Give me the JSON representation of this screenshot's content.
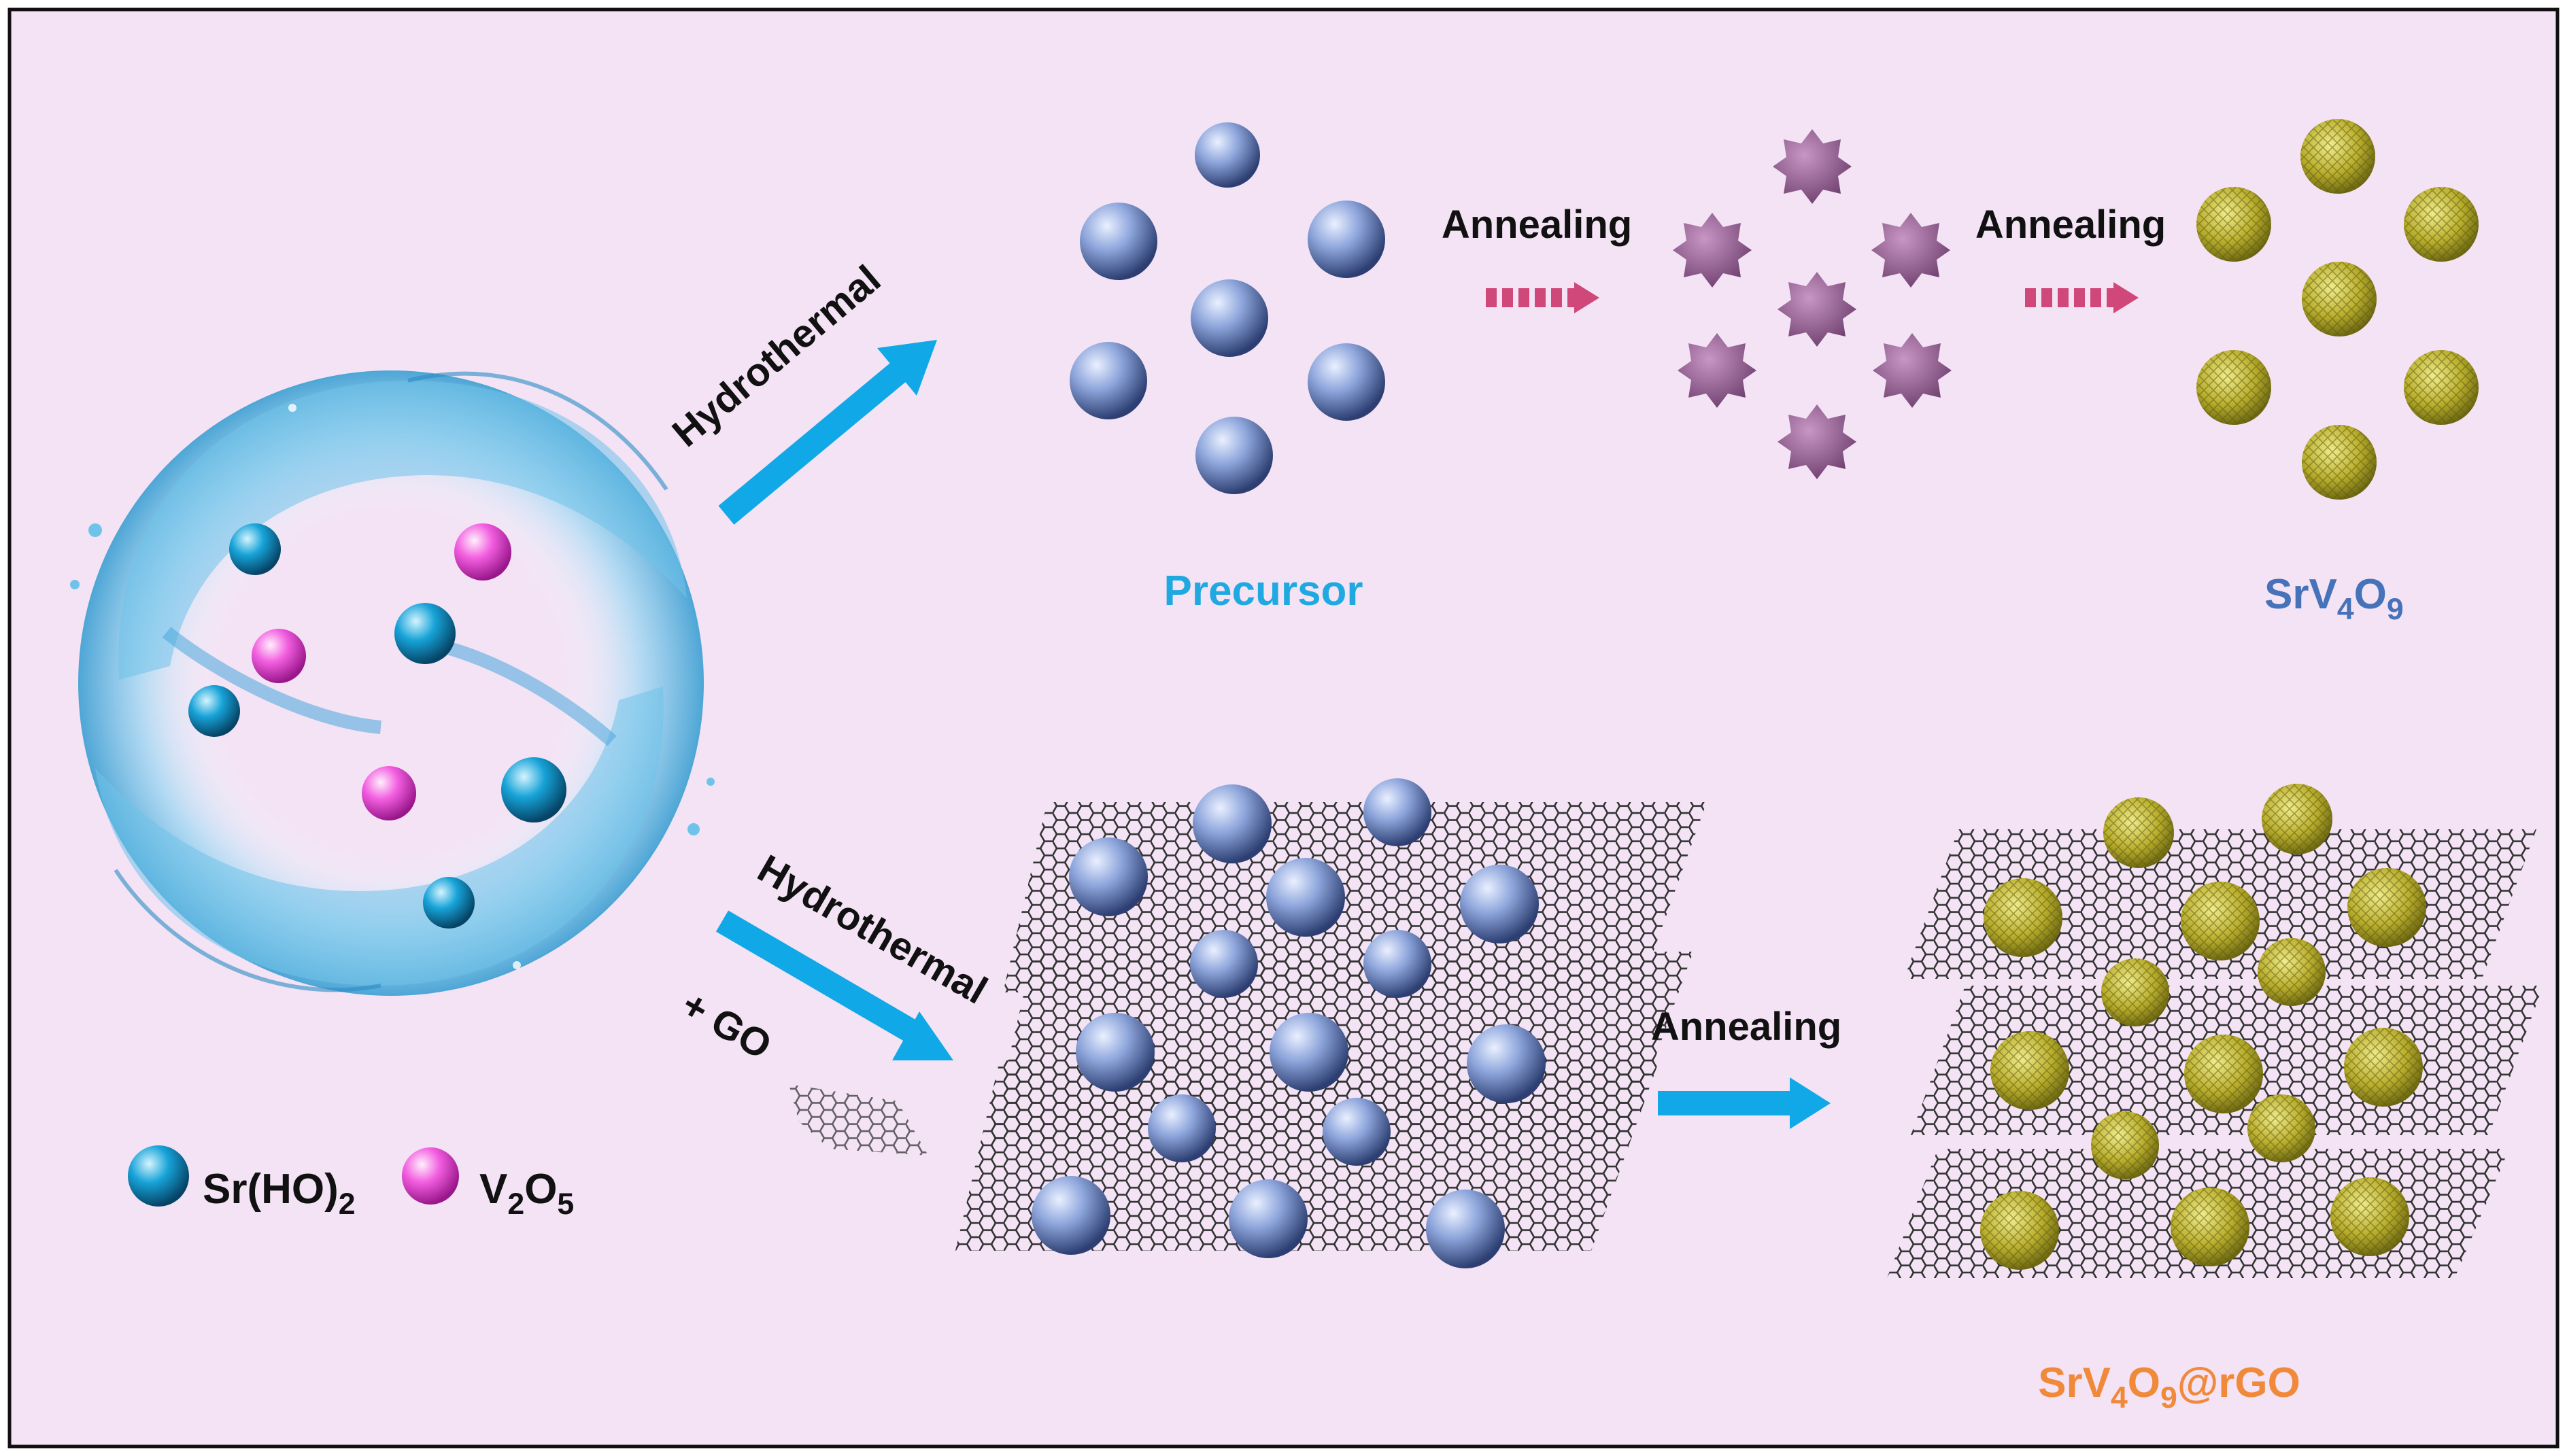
{
  "colors": {
    "background": "#f3e3f5",
    "border": "#111111",
    "arrow_blue": "#10a8e6",
    "arrow_pink": "#d0487a",
    "precursor_sphere": "#8ea6dc",
    "sr_sphere": "#17a3d8",
    "v_sphere": "#f25ee0",
    "intermediate": "#a06a9e",
    "product": "#c4bd3c",
    "label_precursor": "#20a9e1",
    "label_product": "#4572b8",
    "label_composite": "#f08a3a",
    "graphene": "#333333"
  },
  "steps": {
    "top_hydrothermal": "Hydrothermal",
    "annealing_1": "Annealing",
    "annealing_2": "Annealing",
    "bottom_hydrothermal": "Hydrothermal",
    "add_go": "+ GO",
    "annealing_3": "Annealing"
  },
  "labels": {
    "precursor": "Precursor",
    "product": {
      "base": "SrV",
      "s1": "4",
      "mid": "O",
      "s2": "9"
    },
    "composite": {
      "base": "SrV",
      "s1": "4",
      "mid": "O",
      "s2": "9",
      "tail": "@rGO"
    }
  },
  "legend": {
    "sr": {
      "base": "Sr(HO)",
      "sub": "2"
    },
    "v": {
      "base": "V",
      "s1": "2",
      "mid": "O",
      "s2": "5"
    }
  },
  "icons": {
    "vortex": "water-swirl-icon",
    "go_flake": "graphene-oxide-flake-icon"
  }
}
